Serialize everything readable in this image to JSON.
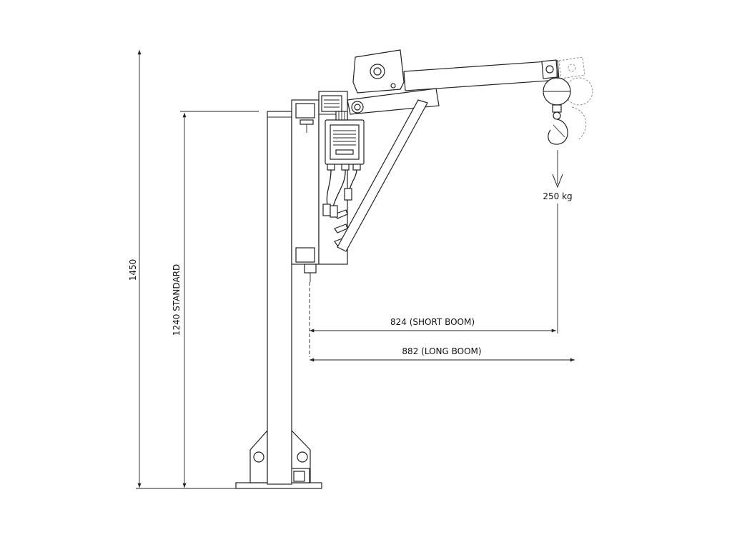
{
  "dimensions": {
    "overall_height": "1450",
    "standard_height": "1240 STANDARD",
    "load": "250 kg",
    "short_boom": "824 (SHORT BOOM)",
    "long_boom": "882 (LONG BOOM)"
  },
  "colors": {
    "line": "#222222",
    "ghost": "#888888",
    "background": "#ffffff"
  }
}
